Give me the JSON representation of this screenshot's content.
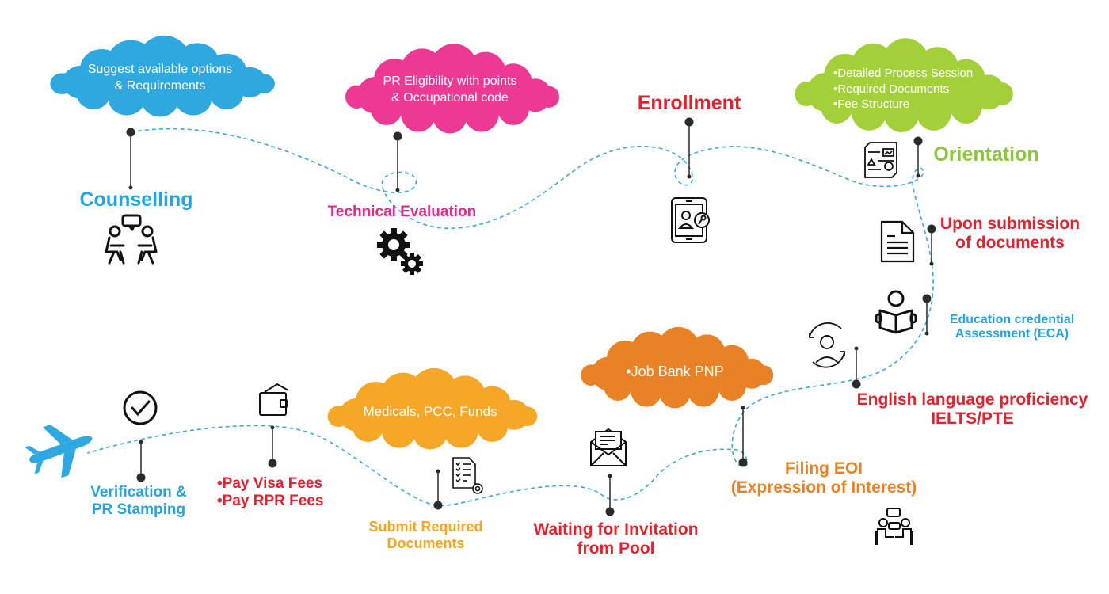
{
  "title": "PR Process Roadmap",
  "colors": {
    "path": "#3fa6d6",
    "pin": "#2b2b2b",
    "blue": "#29a3dd",
    "pink": "#e5298a",
    "red": "#e0242f",
    "green": "#8cc63f",
    "orange": "#e98226",
    "amber": "#f5a623",
    "cloud_blue": "#2fa8e0",
    "cloud_pink": "#ec3a94",
    "cloud_green": "#a3cf3a",
    "cloud_orange": "#e98226",
    "cloud_amber": "#f7a728"
  },
  "clouds": {
    "counselling": {
      "line1": "Suggest available options",
      "line2": "& Requirements"
    },
    "technical": {
      "line1": "PR Eligibility with points",
      "line2": "& Occupational code"
    },
    "orientation": {
      "items": [
        "Detailed Process Session",
        "Required Documents",
        "Fee Structure"
      ]
    },
    "jobbank": {
      "items": [
        "Job Bank PNP"
      ]
    },
    "medicals": {
      "line1": "Medicals, PCC, Funds"
    }
  },
  "steps": {
    "counselling": {
      "label": "Counselling",
      "icon": "counselling-people-icon"
    },
    "technical": {
      "label": "Technical Evaluation",
      "icon": "gears-icon"
    },
    "enrollment": {
      "label": "Enrollment",
      "icon": "tablet-user-key-icon"
    },
    "orientation": {
      "label": "Orientation",
      "icon": "report-document-icon"
    },
    "submission": {
      "line1": "Upon submission",
      "line2": "of documents",
      "icon": "document-icon"
    },
    "eca": {
      "line1": "Education credential",
      "line2": "Assessment (ECA)",
      "icon": "reading-person-icon"
    },
    "english": {
      "line1": "English language proficiency",
      "line2": "IELTS/PTE",
      "icon": "support-agent-icon"
    },
    "eoi": {
      "line1": "Filing EOI",
      "line2": "(Expression of Interest)",
      "icon": "meeting-icon"
    },
    "waiting": {
      "line1": "Waiting for Invitation",
      "line2": "from Pool",
      "icon": "envelope-letter-icon"
    },
    "submit_docs": {
      "line1": "Submit Required",
      "line2": "Documents",
      "icon": "checklist-gear-icon"
    },
    "pay_fees": {
      "items": [
        "Pay Visa Fees",
        "Pay RPR Fees"
      ],
      "icon": "wallet-card-icon"
    },
    "verification": {
      "line1": "Verification &",
      "line2": "PR Stamping",
      "icon": "check-circle-icon"
    },
    "final": {
      "icon": "airplane-icon"
    }
  }
}
